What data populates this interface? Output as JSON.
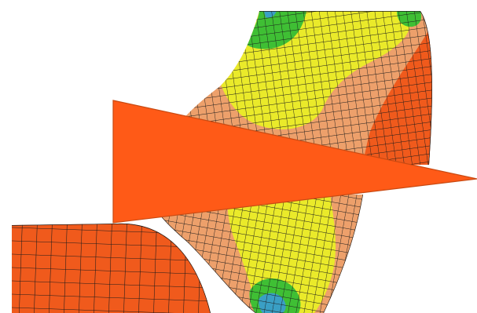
{
  "figure": {
    "subject": "finite-element-contour-plot",
    "palette": {
      "background": "#ffffff",
      "mesh_line": "#1a1a1a",
      "level_red": "#f05a1c",
      "level_peach": "#eda06b",
      "level_yellow": "#eaea2a",
      "level_green": "#3fbf34",
      "level_blue": "#3a9fc4",
      "tool_orange": "#ff5a17",
      "tool_edge": "#c94a12"
    },
    "parts": [
      "deformed-strip-upper",
      "deformed-strip-lower",
      "rigid-block",
      "wedge-tool"
    ]
  }
}
